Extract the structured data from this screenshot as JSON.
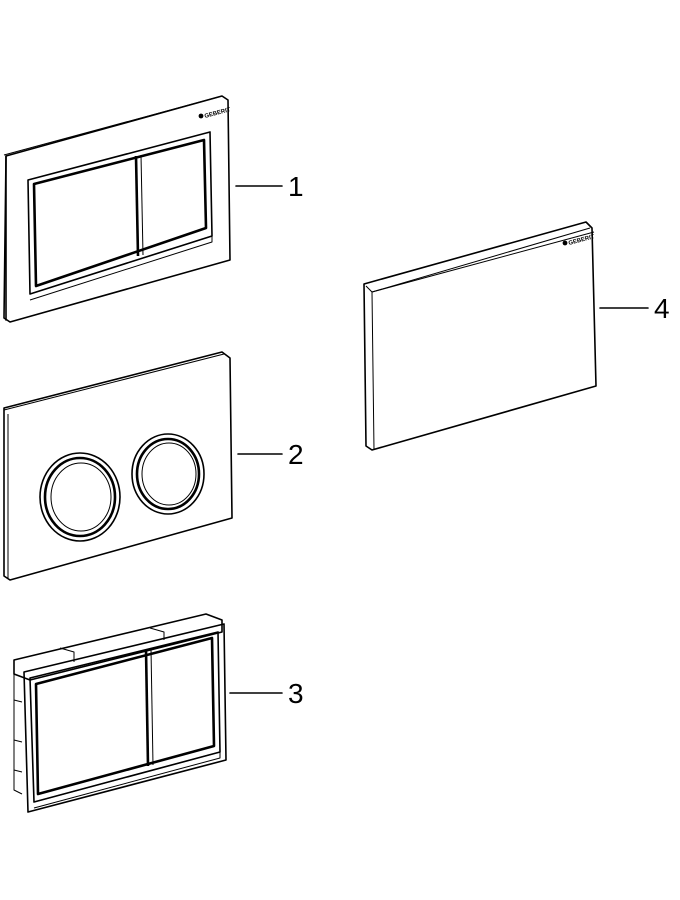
{
  "callouts": [
    {
      "id": "1",
      "label": "1"
    },
    {
      "id": "2",
      "label": "2"
    },
    {
      "id": "3",
      "label": "3"
    },
    {
      "id": "4",
      "label": "4"
    }
  ],
  "brand_text": "GEBERIT"
}
